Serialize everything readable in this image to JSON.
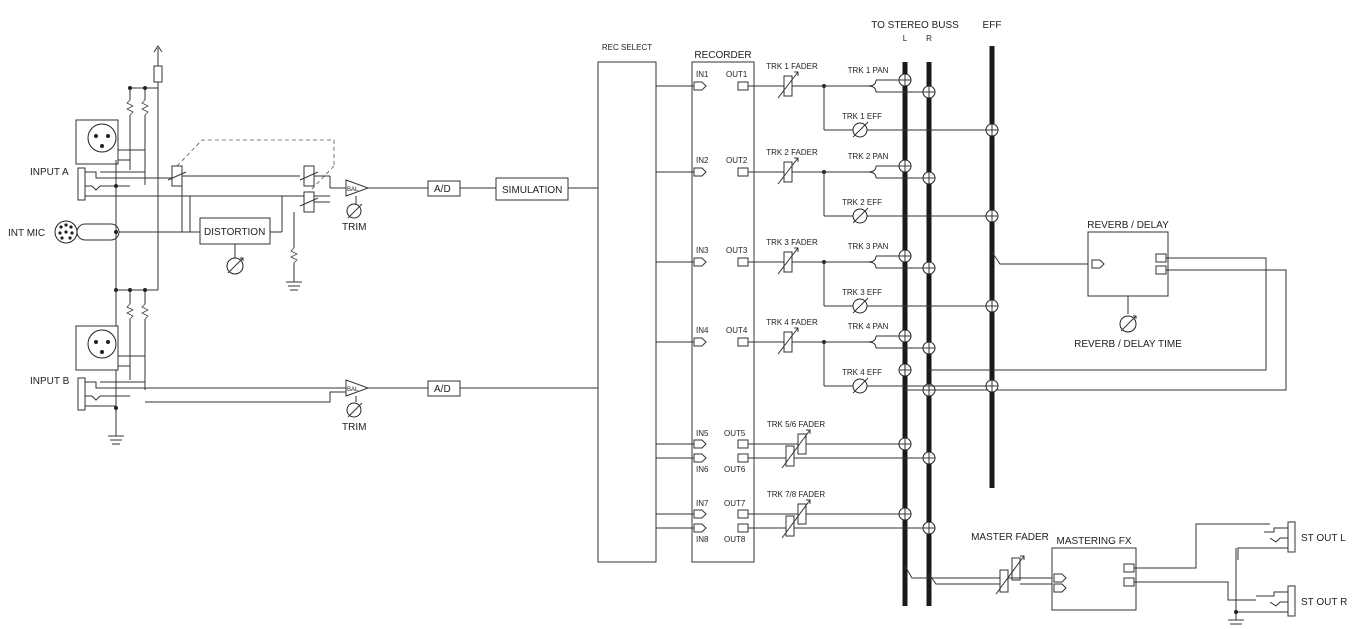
{
  "labels": {
    "input_a": "INPUT A",
    "int_mic": "INT MIC",
    "input_b": "INPUT B",
    "distortion": "DISTORTION",
    "bal_a": "BAL",
    "bal_b": "BAL",
    "trim_a": "TRIM",
    "trim_b": "TRIM",
    "ad_a": "A/D",
    "ad_b": "A/D",
    "simulation": "SIMULATION",
    "rec_select": "REC SELECT",
    "recorder": "RECORDER",
    "to_stereo_buss": "TO STEREO BUSS",
    "bus_l": "L",
    "bus_r": "R",
    "eff": "EFF",
    "reverb_delay": "REVERB / DELAY",
    "reverb_delay_time": "REVERB / DELAY TIME",
    "master_fader": "MASTER FADER",
    "mastering_fx": "MASTERING FX",
    "st_out_l": "ST OUT L",
    "st_out_r": "ST OUT R"
  },
  "tracks": [
    {
      "in": "IN1",
      "out": "OUT1",
      "fader": "TRK 1 FADER",
      "pan": "TRK 1 PAN",
      "eff": "TRK 1 EFF"
    },
    {
      "in": "IN2",
      "out": "OUT2",
      "fader": "TRK 2 FADER",
      "pan": "TRK 2 PAN",
      "eff": "TRK 2 EFF"
    },
    {
      "in": "IN3",
      "out": "OUT3",
      "fader": "TRK 3 FADER",
      "pan": "TRK 3 PAN",
      "eff": "TRK 3 EFF"
    },
    {
      "in": "IN4",
      "out": "OUT4",
      "fader": "TRK 4 FADER",
      "pan": "TRK 4 PAN",
      "eff": "TRK 4 EFF"
    }
  ],
  "stereo_tracks": [
    {
      "in_a": "IN5",
      "in_b": "IN6",
      "out_a": "OUT5",
      "out_b": "OUT6",
      "fader": "TRK 5/6 FADER"
    },
    {
      "in_a": "IN7",
      "in_b": "IN8",
      "out_a": "OUT7",
      "out_b": "OUT8",
      "fader": "TRK 7/8 FADER"
    }
  ]
}
